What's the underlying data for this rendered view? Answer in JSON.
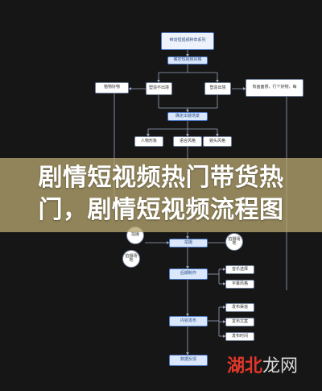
{
  "diagram": {
    "nodes": {
      "n_top": "带货短视频种草系列",
      "n_pos": "确定短视频风格",
      "n_left": "植物好物",
      "n_mid1": "塑造不出境",
      "n_mid2": "塑造出境",
      "n_right": "有画面感，行个好物，每",
      "n_scene": "确定出镜场景",
      "n_c1": "人物形象",
      "n_c2": "语言风格",
      "n_c3": "镜头风格",
      "n_film": "拍摄",
      "n_film_circle": "拍摄",
      "n_film_side": "拍摄场地",
      "n_edit": "后期制作",
      "n_e1": "音乐选择",
      "n_e2": "字幕风格",
      "n_pub": "内容发布",
      "n_p1": "发布渠道",
      "n_p2": "发布文案",
      "n_p3": "发布时间",
      "n_data": "数据反馈"
    }
  },
  "banner": {
    "line1": "剧情短视频热门带货热",
    "line2": "门，剧情短视频流程图"
  },
  "watermark": {
    "red": "湖北",
    "rest": "龙网"
  },
  "colors": {
    "background": "#161616",
    "node_fill": "#eef3fb",
    "node_border": "#4d79c7",
    "banner": "#b5a46e",
    "watermark_accent": "#e2372a"
  }
}
